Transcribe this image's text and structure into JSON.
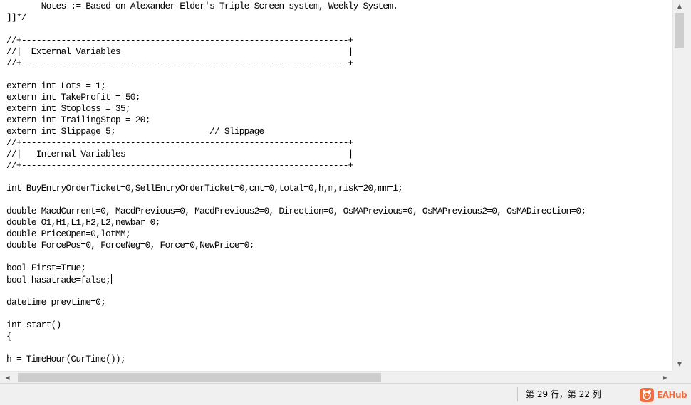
{
  "editor": {
    "lines": [
      "       Notes := Based on Alexander Elder's Triple Screen system, Weekly System.",
      "]]*/",
      "",
      "//+------------------------------------------------------------------+",
      "//|  External Variables                                              |",
      "//+------------------------------------------------------------------+",
      "",
      "extern int Lots = 1;",
      "extern int TakeProfit = 50;",
      "extern int Stoploss = 35;",
      "extern int TrailingStop = 20;",
      "extern int Slippage=5;                   // Slippage",
      "//+------------------------------------------------------------------+",
      "//|   Internal Variables                                             |",
      "//+------------------------------------------------------------------+",
      "",
      "int BuyEntryOrderTicket=0,SellEntryOrderTicket=0,cnt=0,total=0,h,m,risk=20,mm=1;",
      "",
      "double MacdCurrent=0, MacdPrevious=0, MacdPrevious2=0, Direction=0, OsMAPrevious=0, OsMAPrevious2=0, OsMADirection=0;",
      "double O1,H1,L1,H2,L2,newbar=0;",
      "double PriceOpen=0,lotMM;",
      "double ForcePos=0, ForceNeg=0, Force=0,NewPrice=0;",
      "",
      "bool First=True;",
      "bool hasatrade=false;",
      "",
      "datetime prevtime=0;",
      "",
      "int start()",
      "{",
      "",
      "h = TimeHour(CurTime());"
    ],
    "caret_line_index": 24
  },
  "icons": {
    "scroll_up": "scroll-up-arrow",
    "scroll_down": "scroll-down-arrow",
    "scroll_left": "scroll-left-arrow",
    "scroll_right": "scroll-right-arrow"
  },
  "statusbar": {
    "position": "第 29 行，第 22 列"
  },
  "watermark": {
    "brand": "EAHub",
    "color": "#f26d3d"
  }
}
